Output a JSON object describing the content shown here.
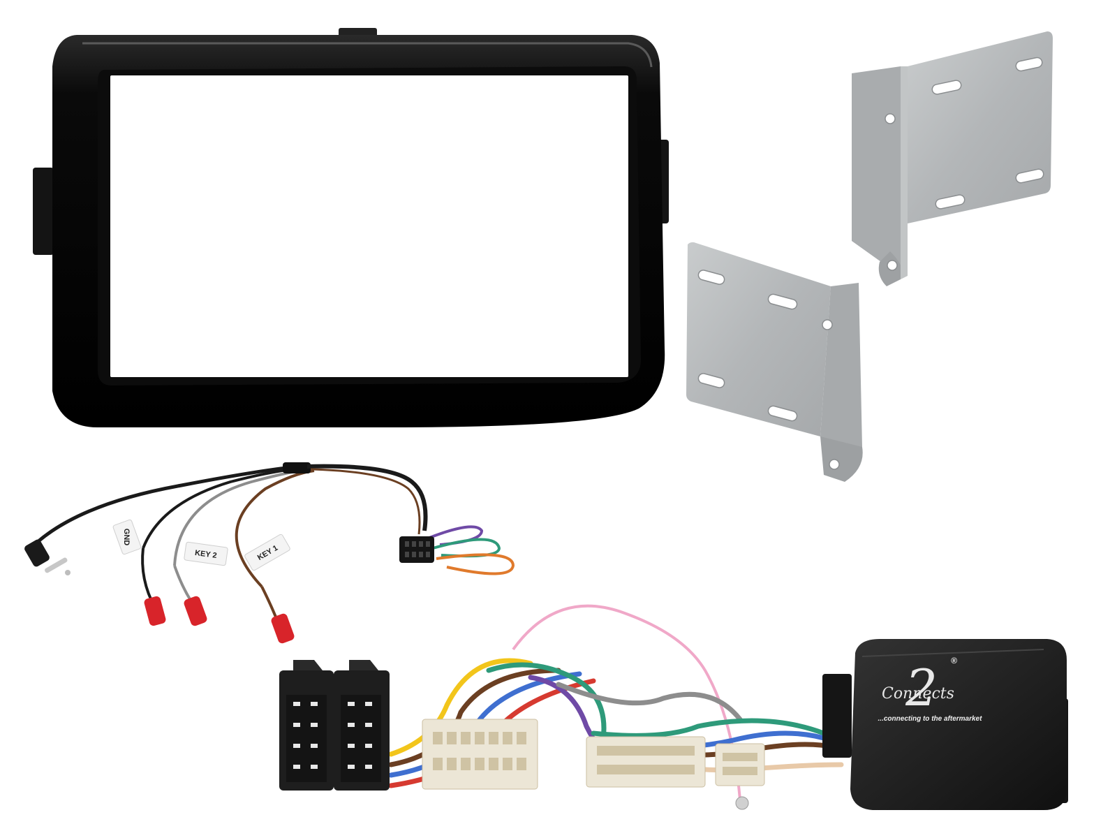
{
  "labels": {
    "tag_gnd": "GND",
    "tag_key2": "KEY 2",
    "tag_key1": "KEY 1",
    "brand": "Connects",
    "brand_numeral": "2",
    "registered": "®",
    "tagline": "...connecting to the aftermarket"
  },
  "colors": {
    "fascia": "#0b0b0b",
    "bracket": "#b9bcbe",
    "plug_red": "#d8242a",
    "connector_white": "#ece6d6",
    "iso_black": "#1e1e1e",
    "module": "#1b1b1b",
    "wire_purple": "#6f4aa6",
    "wire_green": "#2e9a7a",
    "wire_orange": "#e07a2c",
    "wire_brown": "#6b3f22",
    "wire_grey": "#8d8d8d",
    "wire_pink": "#f0a8c8",
    "wire_yellow": "#f2c51b",
    "wire_blue": "#3f6fd0",
    "wire_red": "#d63a30"
  },
  "items": [
    "double-din-fascia",
    "mounting-bracket-right",
    "mounting-bracket-left",
    "stalk-patch-lead",
    "steering-control-harness",
    "interface-module"
  ]
}
